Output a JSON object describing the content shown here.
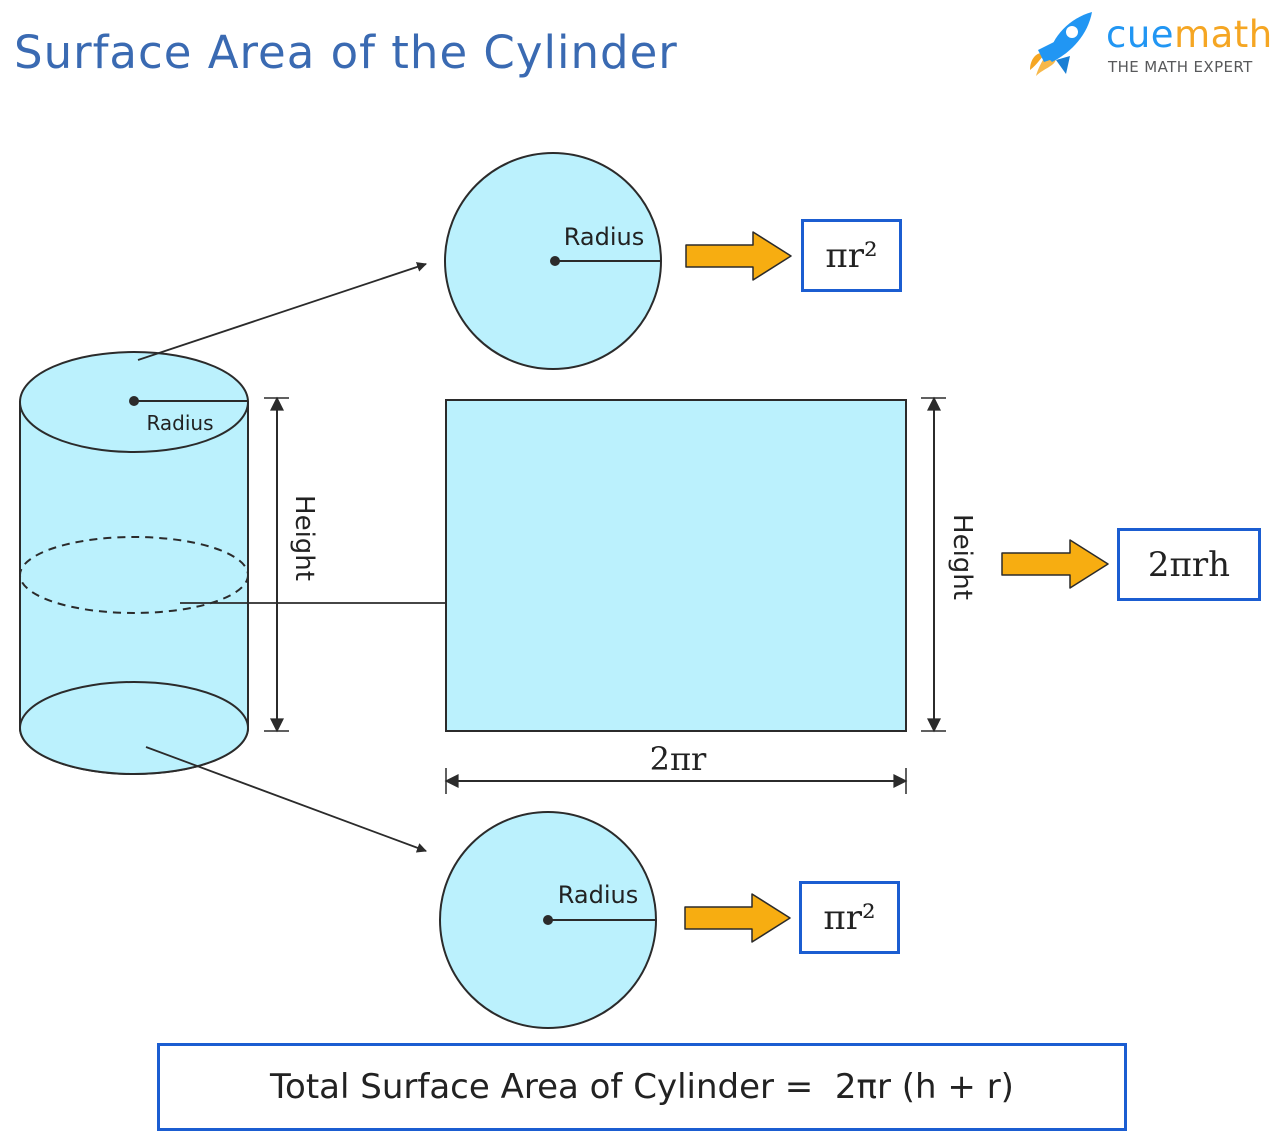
{
  "title": "Surface Area of the Cylinder",
  "logo": {
    "brand_part1": "cue",
    "brand_part2": "math",
    "tagline": "THE MATH EXPERT"
  },
  "cylinder": {
    "radius_label": "Radius",
    "height_label": "Height"
  },
  "top_circle": {
    "radius_label": "Radius",
    "formula": "πr²"
  },
  "rectangle": {
    "height_label": "Height",
    "width_label": "2πr",
    "formula": "2πrh"
  },
  "bottom_circle": {
    "radius_label": "Radius",
    "formula": "πr²"
  },
  "total": {
    "text": "Total Surface Area of Cylinder =  2πr (h + r)"
  },
  "colors": {
    "fill": "#bbf1fd",
    "stroke": "#2b2b2b",
    "arrow": "#f7ad11",
    "box_border": "#1b5dd1",
    "title": "#3a6ab2"
  }
}
